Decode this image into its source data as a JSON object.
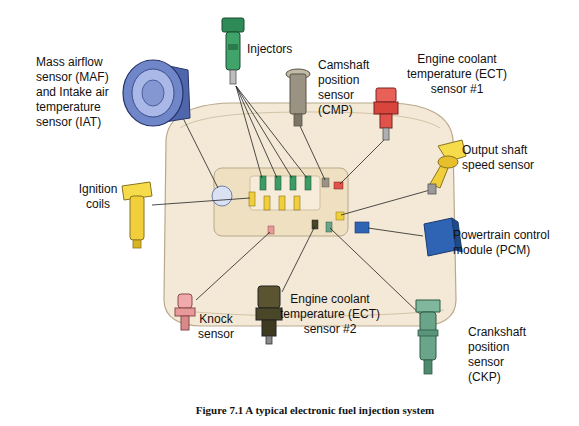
{
  "diagram": {
    "caption": "Figure 7.1 A typical electronic fuel injection system",
    "labels": [
      "Mass airflow sensor (MAF) and Intake air temperature sensor (IAT)",
      "Injectors",
      "Camshaft position sensor (CMP)",
      "Engine coolant temperature (ECT) sensor #1",
      "Output shaft speed sensor",
      "Ignition coils",
      "Powertrain control module (PCM)",
      "Knock sensor",
      "Engine coolant temperature (ECT) sensor #2",
      "Crankshaft position sensor (CKP)"
    ]
  }
}
